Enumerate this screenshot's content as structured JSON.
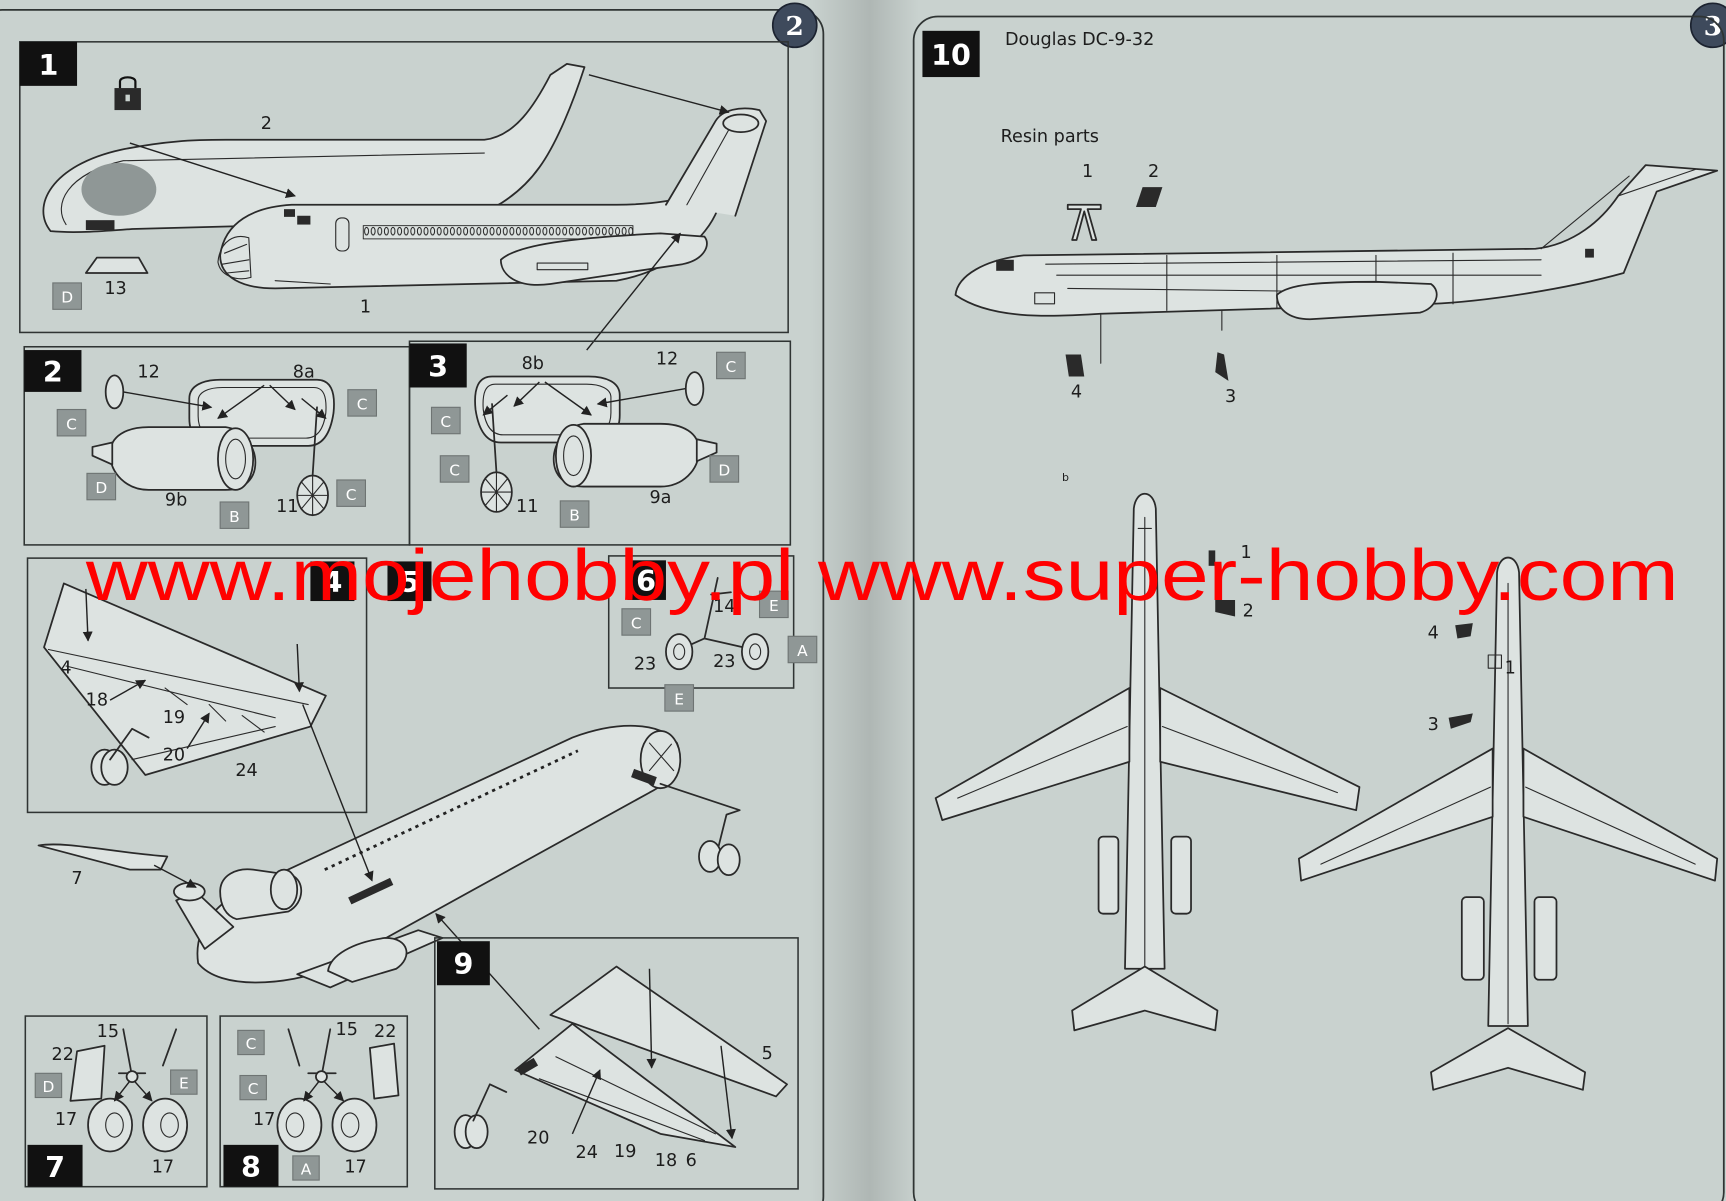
{
  "left_page": {
    "page_number": "2",
    "step1": {
      "number": "1",
      "callouts": [
        "2",
        "13",
        "D",
        "1"
      ]
    },
    "step2": {
      "number": "2",
      "callouts": [
        "12",
        "8a",
        "C",
        "C",
        "D",
        "9b",
        "B",
        "11",
        "C"
      ]
    },
    "step3": {
      "number": "3",
      "callouts": [
        "8b",
        "12",
        "C",
        "C",
        "C",
        "11",
        "B",
        "9a",
        "D"
      ]
    },
    "step4": {
      "number": "4",
      "callouts": [
        "4",
        "18",
        "19",
        "20",
        "24"
      ]
    },
    "step5": {
      "number": "5"
    },
    "step6": {
      "number": "6",
      "callouts": [
        "14",
        "E",
        "C",
        "23",
        "23",
        "A",
        "E"
      ]
    },
    "assembly": {
      "callouts": [
        "7"
      ]
    },
    "step7": {
      "number": "7",
      "callouts": [
        "15",
        "22",
        "D",
        "E",
        "17",
        "17"
      ]
    },
    "step8": {
      "number": "8",
      "callouts": [
        "C",
        "15",
        "22",
        "C",
        "17",
        "A",
        "17"
      ]
    },
    "step9": {
      "number": "9",
      "callouts": [
        "5",
        "20",
        "24",
        "19",
        "18",
        "6"
      ]
    }
  },
  "right_page": {
    "page_number": "3",
    "step10": {
      "number": "10",
      "title": "Douglas DC-9-32",
      "subtitle": "Resin parts",
      "callouts": [
        "1",
        "2",
        "4",
        "3",
        "b",
        "1",
        "2",
        "4",
        "1",
        "3"
      ]
    }
  },
  "watermark": "www.mojehobby.pl www.super-hobby.com",
  "colors": {
    "paper": "#c9d2cf",
    "ink": "#2a2a2a",
    "paint_code": "#8f9796",
    "page_badge": "#3e4a5c",
    "watermark": "#ff0000"
  }
}
